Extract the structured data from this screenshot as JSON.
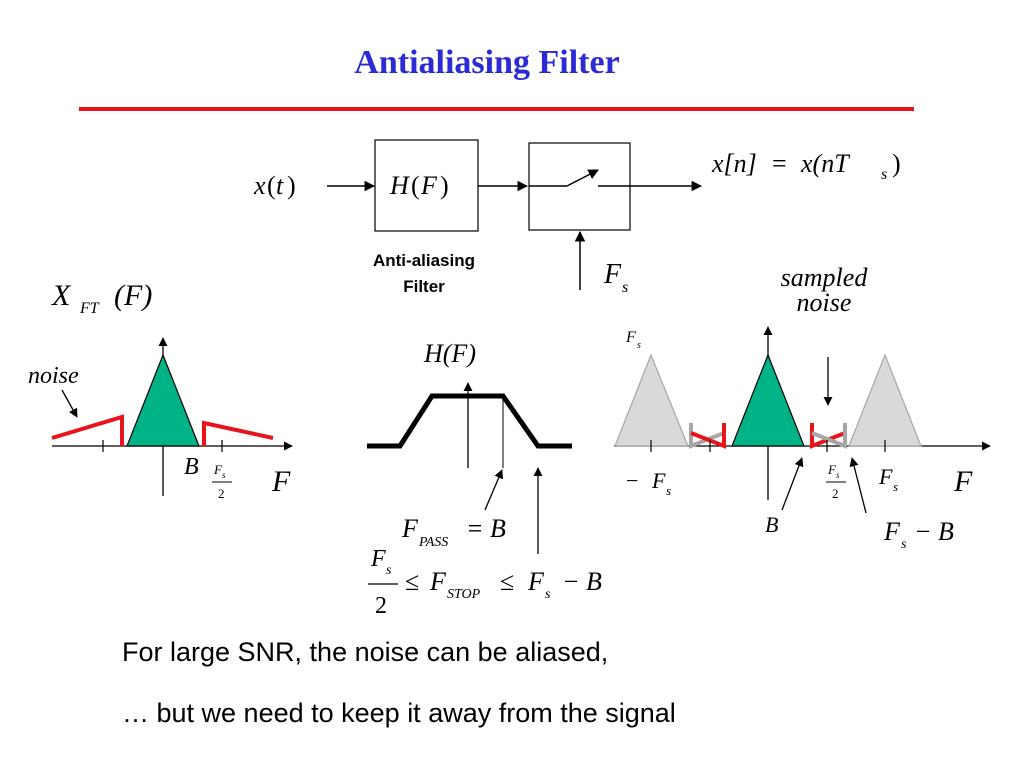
{
  "title": "Antialiasing Filter",
  "block_diagram": {
    "input": {
      "var": "x",
      "arg": "t"
    },
    "filter_block": {
      "fn": "H",
      "arg": "F"
    },
    "filter_label": {
      "line1": "Anti-aliasing",
      "line2": "Filter"
    },
    "output": {
      "lhs": "x[n]",
      "equals": "=",
      "rhs_var": "x(nT",
      "rhs_sub": "s",
      "rhs_close": ")"
    },
    "clock": {
      "main": "F",
      "sub": "s"
    }
  },
  "input_spectrum": {
    "label_main": "X",
    "label_sub": "FT",
    "label_arg": "(F)",
    "noise_label": "noise",
    "b_label": "B",
    "half_fs": {
      "num_main": "F",
      "num_sub": "s",
      "den": "2"
    },
    "f_label": "F"
  },
  "filter_response": {
    "label": "H(F)",
    "pass_eq": {
      "main": "F",
      "sub": "PASS",
      "rhs": "= B"
    },
    "stop_ineq": {
      "num_main": "F",
      "num_sub": "s",
      "den": "2",
      "le1": "≤",
      "mid_main": "F",
      "mid_sub": "STOP",
      "le2": "≤",
      "rhs_main": "F",
      "rhs_sub": "s",
      "rhs_tail": "− B"
    }
  },
  "sampled_spectrum": {
    "sampled_noise": {
      "line1": "sampled",
      "line2": "noise"
    },
    "fs_top": {
      "main": "F",
      "sub": "s"
    },
    "neg_fs": {
      "minus": "−",
      "main": "F",
      "sub": "s"
    },
    "half_fs": {
      "num_main": "F",
      "num_sub": "s",
      "den": "2"
    },
    "pos_fs": {
      "main": "F",
      "sub": "s"
    },
    "f_label": "F",
    "b_label": "B",
    "fs_minus_b": {
      "main": "F",
      "sub": "s",
      "tail": "− B"
    }
  },
  "captions": {
    "line1": "For large SNR, the noise can be aliased,",
    "line2": "… but we need to keep it away from the signal"
  },
  "colors": {
    "title": "#2b2bd6",
    "rule": "#e8141c",
    "signal": "#00b386",
    "noise": "#e8141c",
    "alias": "#d9d9d9",
    "alias_noise": "#a6a6a6"
  }
}
